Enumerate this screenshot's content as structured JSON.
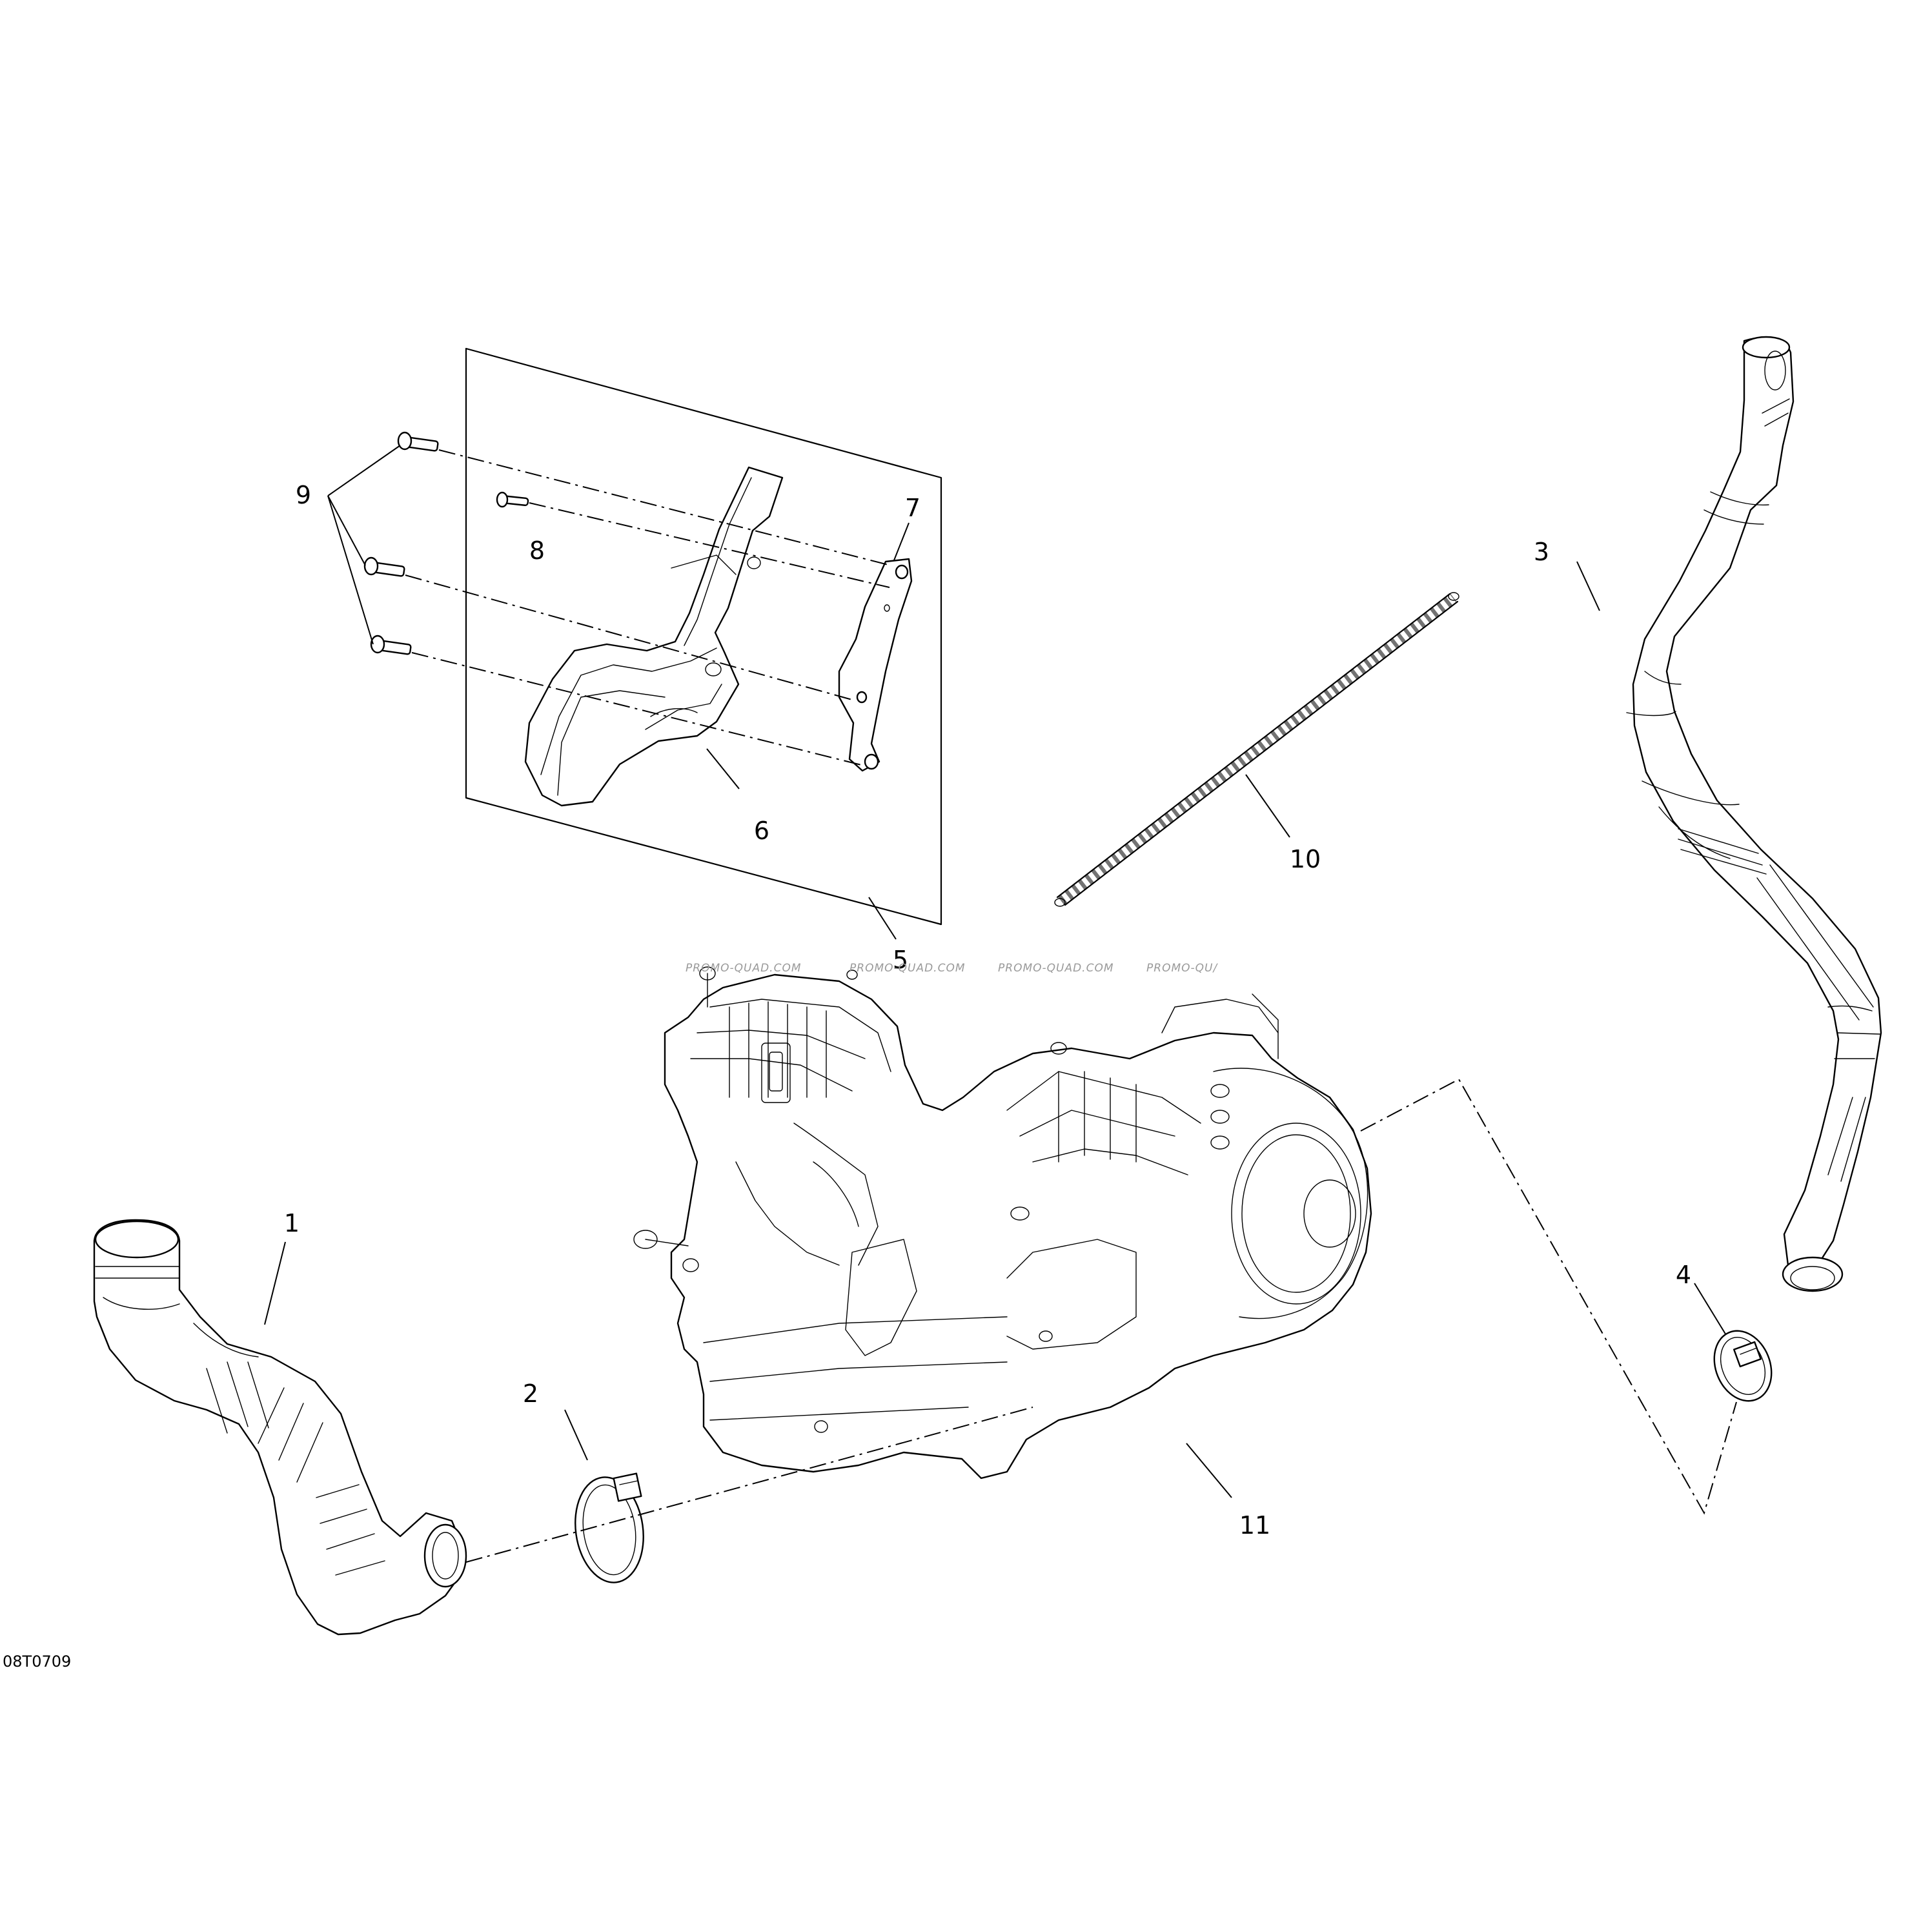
{
  "diagram": {
    "figure_id": "08T0709",
    "watermark": "PROMO-QUAD.COM",
    "watermark_partial": "PROMO-QU/",
    "callouts": [
      {
        "id": "1",
        "label": "1"
      },
      {
        "id": "2",
        "label": "2"
      },
      {
        "id": "3",
        "label": "3"
      },
      {
        "id": "4",
        "label": "4"
      },
      {
        "id": "5",
        "label": "5"
      },
      {
        "id": "6",
        "label": "6"
      },
      {
        "id": "7",
        "label": "7"
      },
      {
        "id": "8",
        "label": "8"
      },
      {
        "id": "9",
        "label": "9"
      },
      {
        "id": "10",
        "label": "10"
      },
      {
        "id": "11",
        "label": "11"
      }
    ]
  }
}
